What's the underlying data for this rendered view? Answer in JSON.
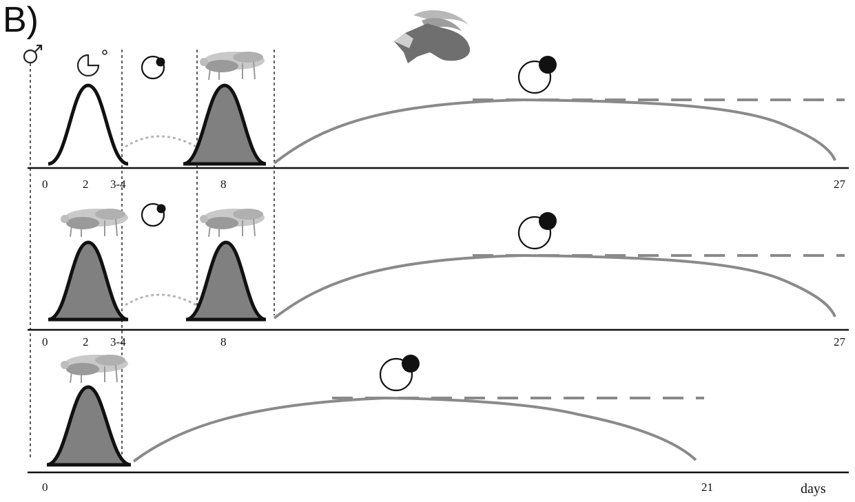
{
  "figure": {
    "panel_label": "B)",
    "unit_label": "days",
    "symbols": {
      "male": "male-symbol-icon",
      "regressing_luteum": "regressing-corpus-luteum-icon",
      "follicle": "follicle-with-corpus-luteum-icon",
      "mating": "mating-goats-icon",
      "ibex": "ibex-head-icon"
    },
    "colors": {
      "peak_outline": "#111111",
      "peak_fill": "#808080",
      "curve": "#8a8a8a",
      "dotted_arc": "#b5b5b5",
      "baseline": "#111111"
    }
  },
  "rows": [
    {
      "id": "row-1",
      "tick_labels": [
        "0",
        "2",
        "3-4",
        "8",
        "27"
      ],
      "peaks": [
        {
          "day": 2,
          "filled": false,
          "mating": false
        },
        {
          "day": 8,
          "filled": true,
          "mating": true
        }
      ],
      "has_male_symbol": true,
      "has_regressing_icon": true,
      "has_ibex": true,
      "curve_end_day": 27
    },
    {
      "id": "row-2",
      "tick_labels": [
        "0",
        "2",
        "3-4",
        "8",
        "27"
      ],
      "peaks": [
        {
          "day": 2,
          "filled": true,
          "mating": true
        },
        {
          "day": 8,
          "filled": true,
          "mating": true
        }
      ],
      "has_male_symbol": false,
      "has_regressing_icon": false,
      "has_ibex": false,
      "curve_end_day": 27
    },
    {
      "id": "row-3",
      "tick_labels": [
        "0",
        "21"
      ],
      "peaks": [
        {
          "day": 2,
          "filled": true,
          "mating": true
        }
      ],
      "has_male_symbol": false,
      "has_regressing_icon": false,
      "has_ibex": false,
      "curve_end_day": 21
    }
  ]
}
